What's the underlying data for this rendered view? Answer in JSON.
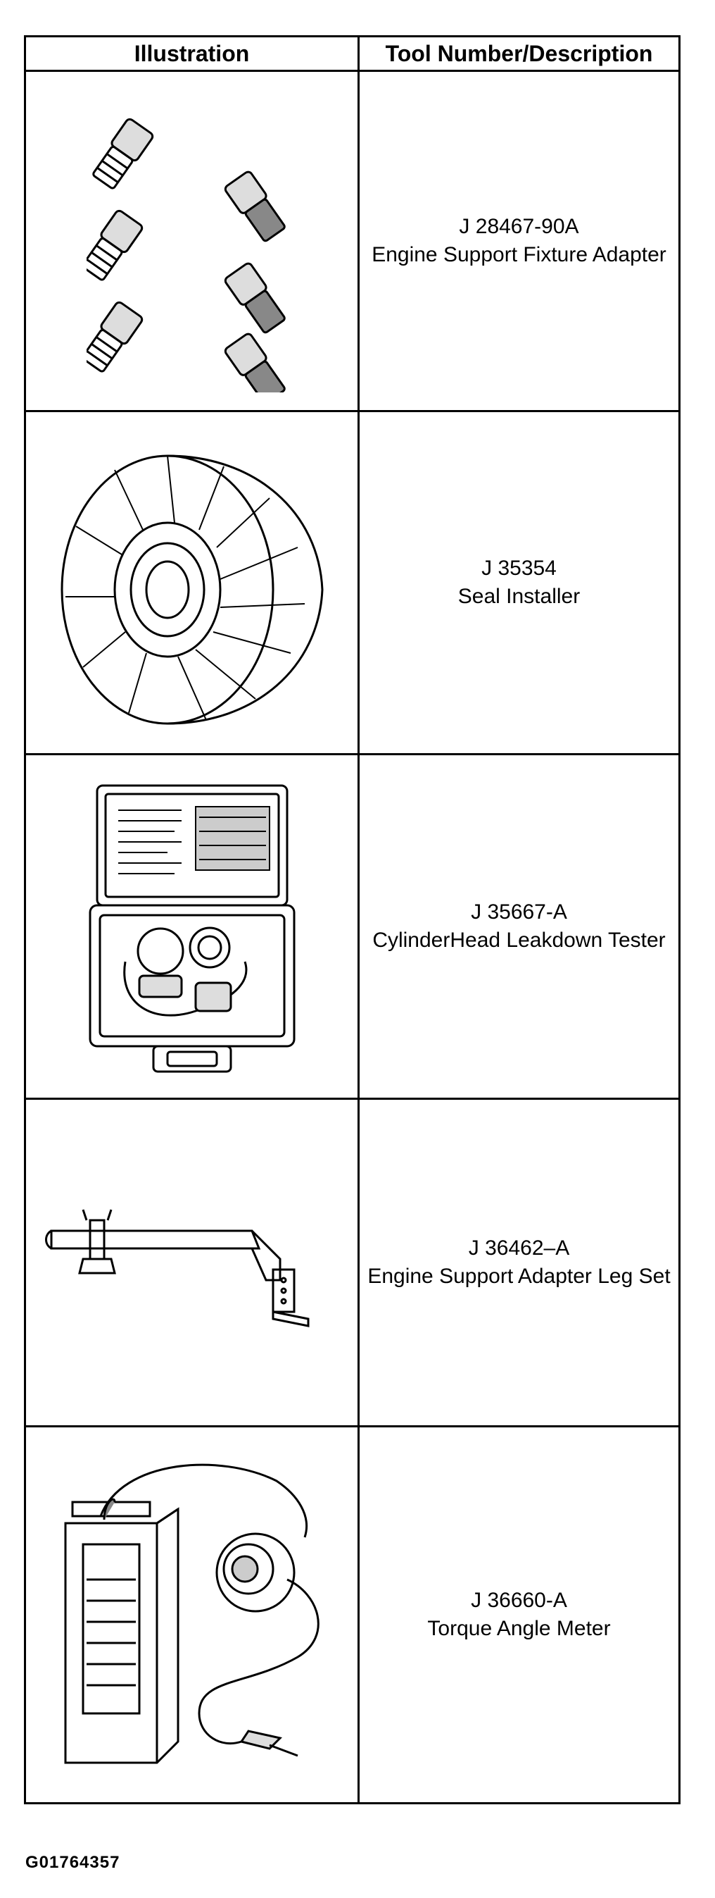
{
  "table": {
    "headers": {
      "illustration": "Illustration",
      "tool": "Tool Number/Description"
    },
    "rows": [
      {
        "icon": "adapter-pins-icon",
        "number": "J 28467-90A",
        "description": "Engine Support Fixture Adapter"
      },
      {
        "icon": "seal-installer-icon",
        "number": "J 35354",
        "description": "Seal Installer"
      },
      {
        "icon": "leakdown-tester-case-icon",
        "number": "J 35667-A",
        "description": "CylinderHead Leakdown Tester"
      },
      {
        "icon": "support-leg-bar-icon",
        "number": "J 36462–A",
        "description": "Engine Support Adapter Leg Set"
      },
      {
        "icon": "torque-angle-meter-icon",
        "number": "J 36660-A",
        "description": "Torque Angle Meter"
      }
    ]
  },
  "footer": {
    "code": "G01764357"
  }
}
